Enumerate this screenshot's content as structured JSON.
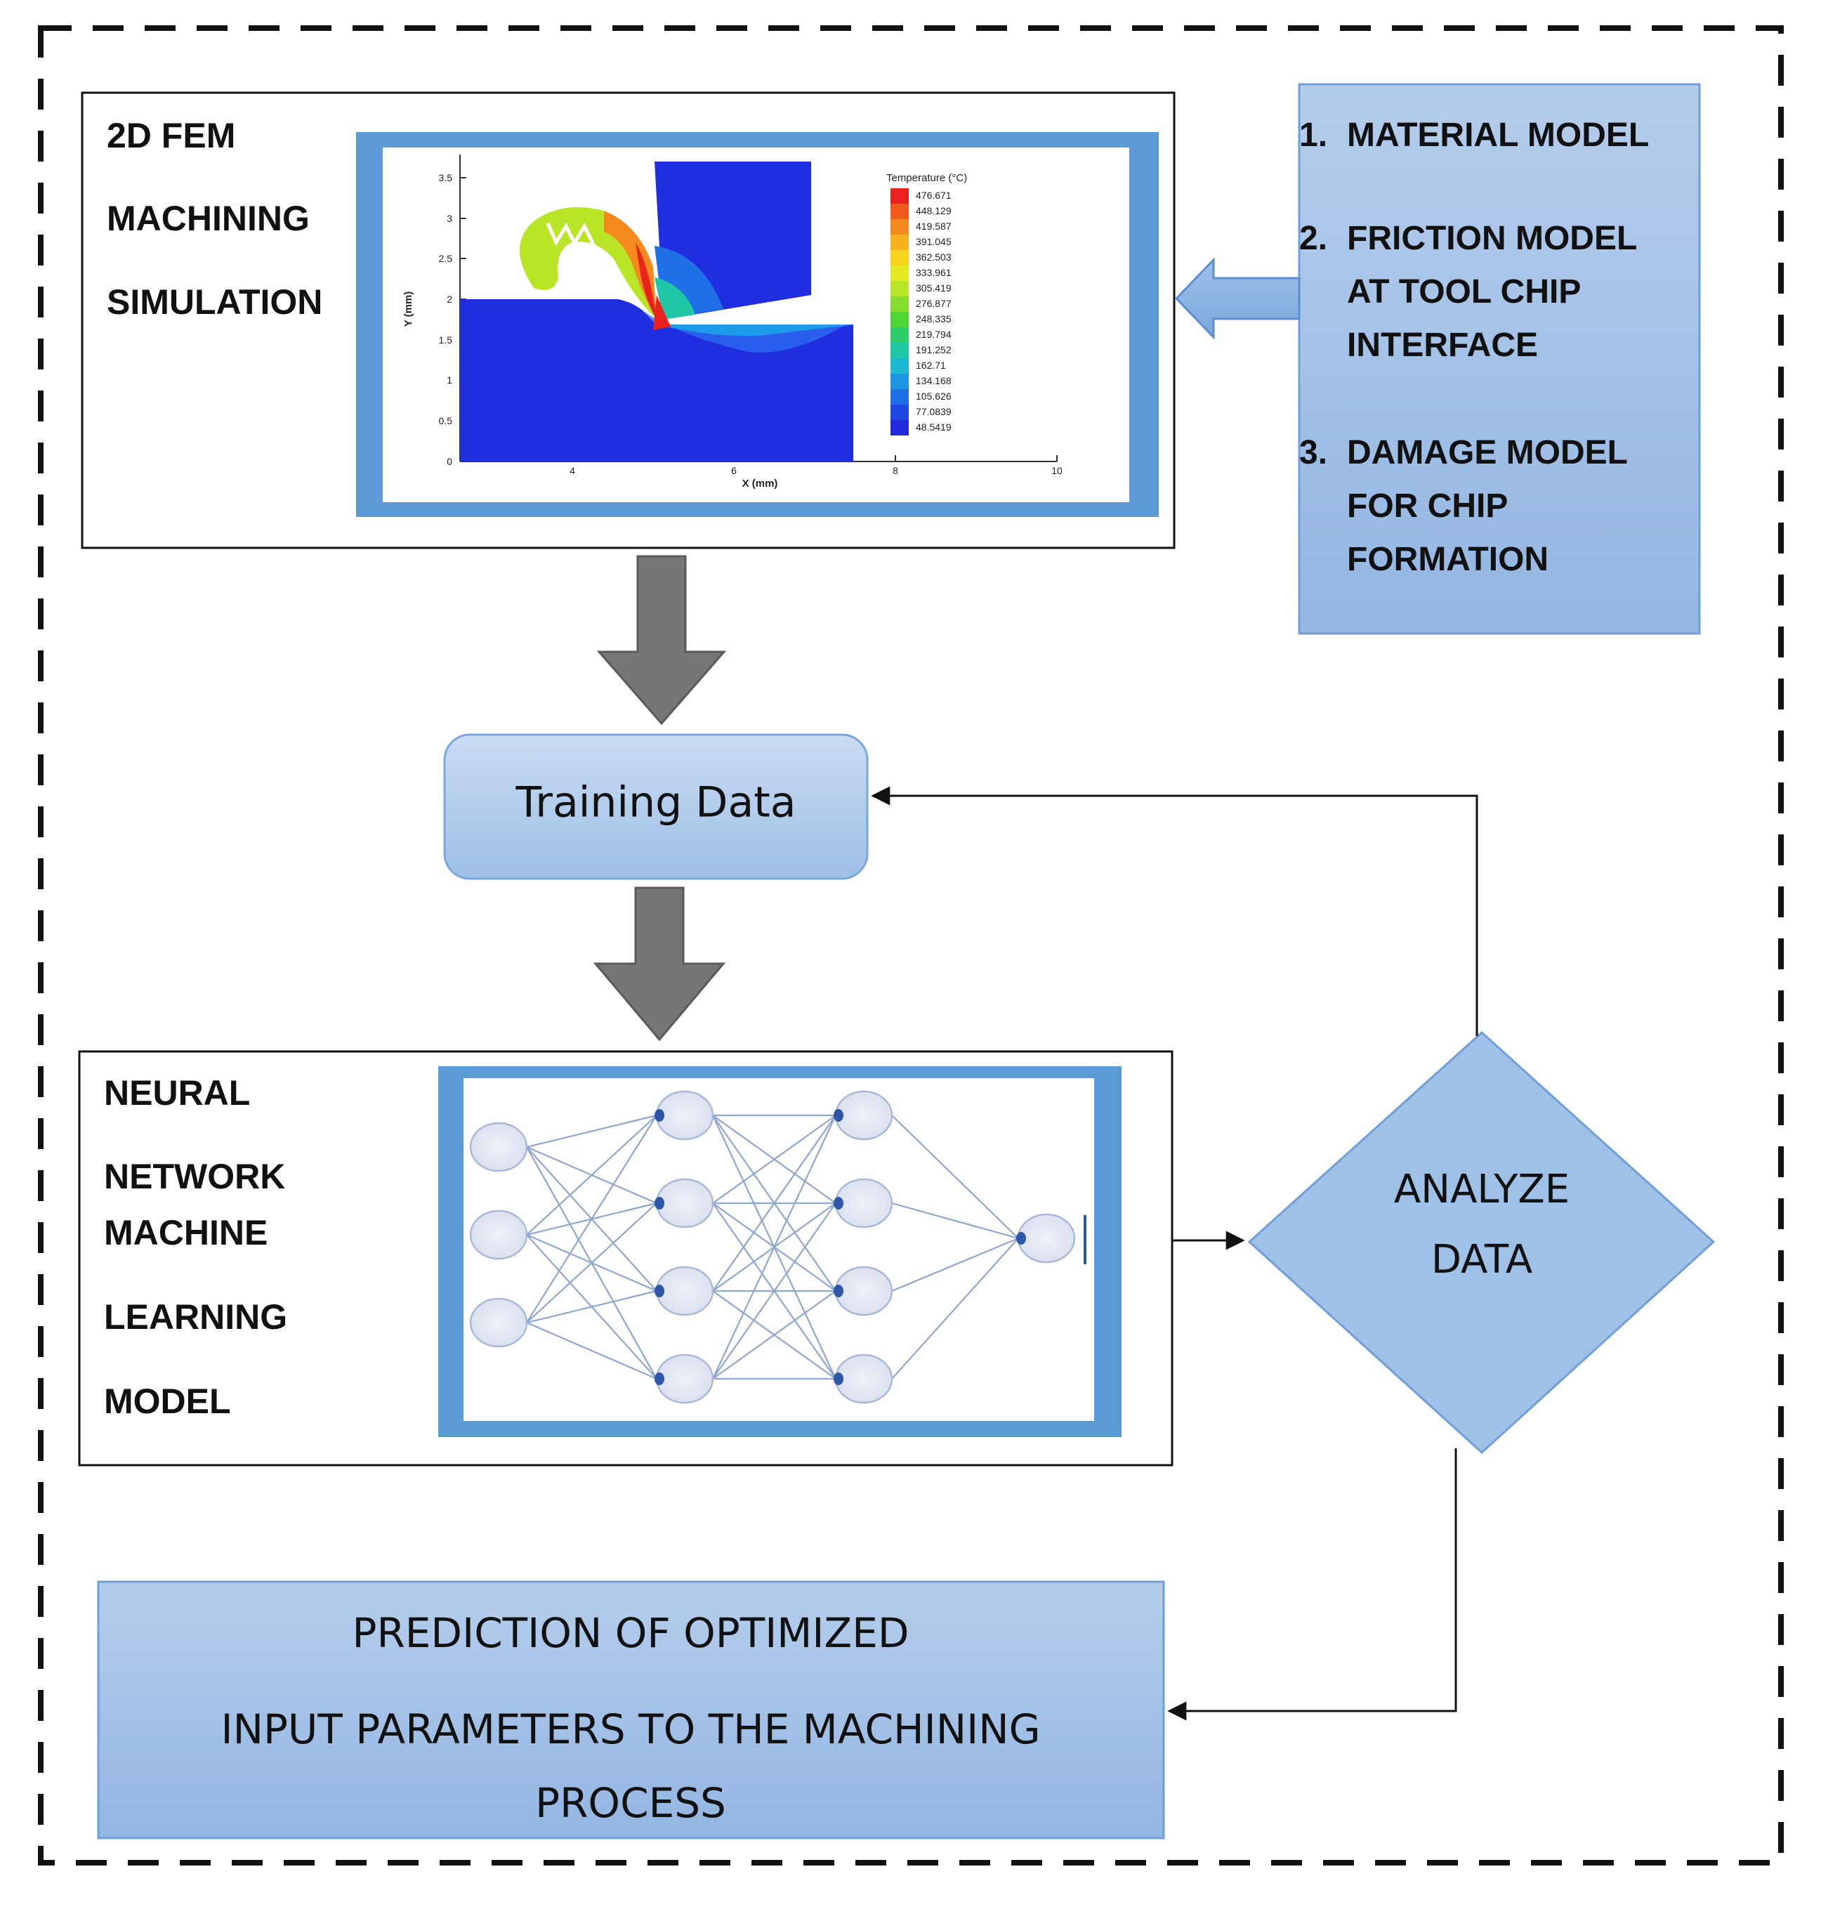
{
  "fem_box": {
    "title_lines": [
      "2D FEM",
      "MACHINING",
      "SIMULATION"
    ],
    "plot": {
      "legend_title": "Temperature (°C)",
      "legend_values": [
        "476.671",
        "448.129",
        "419.587",
        "391.045",
        "362.503",
        "333.961",
        "305.419",
        "276.877",
        "248.335",
        "219.794",
        "191.252",
        "162.71",
        "134.168",
        "105.626",
        "77.0839",
        "48.5419"
      ],
      "legend_colors": [
        "#e8221c",
        "#ef5a1c",
        "#f4891e",
        "#f8b21f",
        "#f6d51f",
        "#e4ea20",
        "#b9e526",
        "#86dd2d",
        "#4ed537",
        "#2ccd6a",
        "#1fc7a6",
        "#1cb8d2",
        "#1d95e2",
        "#1f6fe6",
        "#2048e6",
        "#2129dd"
      ],
      "y_axis_label": "Y (mm)",
      "x_axis_label": "X (mm)",
      "y_ticks": [
        "0",
        "0.5",
        "1",
        "1.5",
        "2",
        "2.5",
        "3",
        "3.5"
      ],
      "x_ticks": [
        "4",
        "6",
        "8",
        "10"
      ]
    }
  },
  "models_box": {
    "items": [
      {
        "num": "1.",
        "lines": [
          "MATERIAL MODEL"
        ]
      },
      {
        "num": "2.",
        "lines": [
          "FRICTION MODEL",
          "AT TOOL CHIP",
          "INTERFACE"
        ]
      },
      {
        "num": "3.",
        "lines": [
          "DAMAGE MODEL",
          "FOR CHIP",
          "FORMATION"
        ]
      }
    ]
  },
  "training_data": {
    "label": "Training Data"
  },
  "nn_box": {
    "title_lines": [
      "NEURAL",
      "NETWORK",
      "MACHINE",
      "LEARNING",
      "MODEL"
    ]
  },
  "analyze": {
    "lines": [
      "ANALYZE",
      "DATA"
    ]
  },
  "prediction": {
    "lines": [
      "PREDICTION OF OPTIMIZED",
      "INPUT PARAMETERS TO THE MACHINING",
      "PROCESS"
    ]
  },
  "colors": {
    "frame_blue": "#5b9bd5",
    "box_fill_top": "#b4cdec",
    "box_fill_bottom": "#93b6e2",
    "box_border": "#6f9fd6",
    "arrow_gray": "#767676",
    "workpiece_blue": "#1f2fe0"
  }
}
